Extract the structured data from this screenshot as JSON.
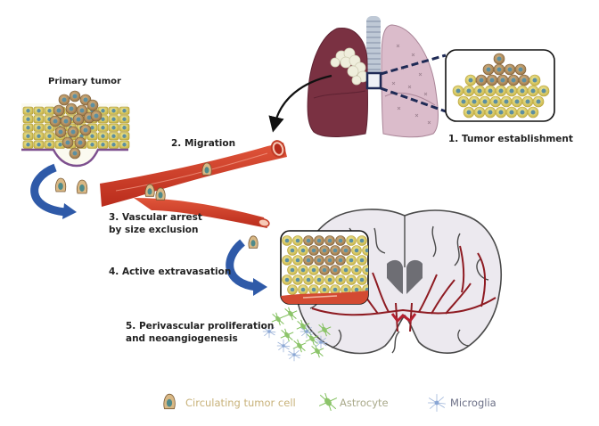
{
  "labels": {
    "primary_tumor": "Primary tumor",
    "step1": "1. Tumor establishment",
    "step2": "2. Migration",
    "step3_line1": "3. Vascular arrest",
    "step3_line2": "by size exclusion",
    "step4": "4. Active extravasation",
    "step5_line1": "5.  Perivascular proliferation",
    "step5_line2": "and neoangiogenesis"
  },
  "legend": [
    {
      "label": "Circulating tumor cell",
      "icon": "tumor-cell-icon",
      "color": "#c8b27a"
    },
    {
      "label": "Astrocyte",
      "icon": "astrocyte-icon",
      "color": "#a9a98a"
    },
    {
      "label": "Microglia",
      "icon": "microglia-icon",
      "color": "#6b6f86"
    }
  ],
  "colors": {
    "vessel": "#d7442c",
    "arrow_blue": "#2f5aa8",
    "lung_left": "#7a3142",
    "lung_right": "#d9b8c8",
    "brain_fill": "#ece9ef",
    "brain_outline": "#4a4a4a",
    "brain_vessels": "#8e1b22",
    "cell_yellow": "#e8dc7a",
    "nucleus": "#5d8fa0",
    "inset_border": "#1e2a55"
  }
}
